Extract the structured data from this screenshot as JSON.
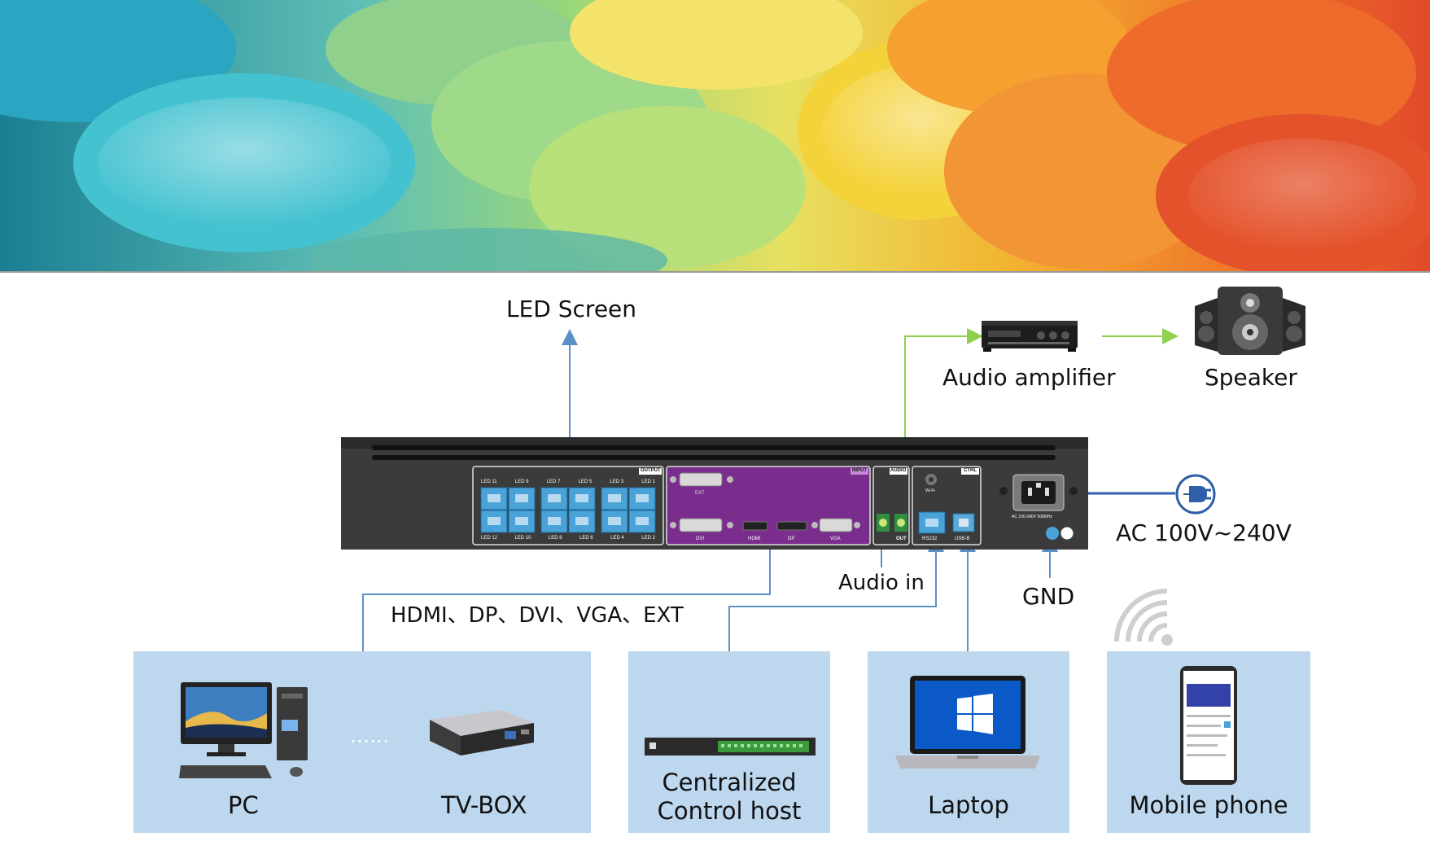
{
  "labels": {
    "led_screen": "LED Screen",
    "audio_amplifier": "Audio amplifier",
    "speaker": "Speaker",
    "ac_power": "AC 100V~240V",
    "audio_in": "Audio in",
    "gnd": "GND",
    "inputs": "HDMI、DP、DVI、VGA、EXT"
  },
  "boxes": {
    "pc": "PC",
    "ellipsis": "……",
    "tvbox": "TV-BOX",
    "centralized_line1": "Centralized",
    "centralized_line2": "Control host",
    "laptop": "Laptop",
    "mobile": "Mobile phone"
  },
  "panel": {
    "output_tag": "OUTPUT",
    "input_tag": "INPUT",
    "audio_tag": "AUDIO",
    "ctrl_tag": "CTRL",
    "led_top": [
      "LED 11",
      "LED 9",
      "LED 7",
      "LED 5",
      "LED 3",
      "LED 1"
    ],
    "led_bottom": [
      "LED 12",
      "LED 10",
      "LED 8",
      "LED 6",
      "LED 4",
      "LED 2"
    ],
    "ext": "EXT",
    "dvi": "DVI",
    "hdmi": "HDMI",
    "dp": "DP",
    "vga": "VGA",
    "out": "OUT",
    "wifi": "Wi-Fi",
    "rs232": "RS232",
    "usb": "USB-B",
    "ac_rating": "AC 100-240V 50/60Hz"
  },
  "colors": {
    "blue_wire": "#5b8fc7",
    "green_wire": "#8fd14f",
    "box_fill": "#bdd7ee",
    "panel_purple": "#7b2d8e",
    "port_teal": "#4aa3d8"
  }
}
